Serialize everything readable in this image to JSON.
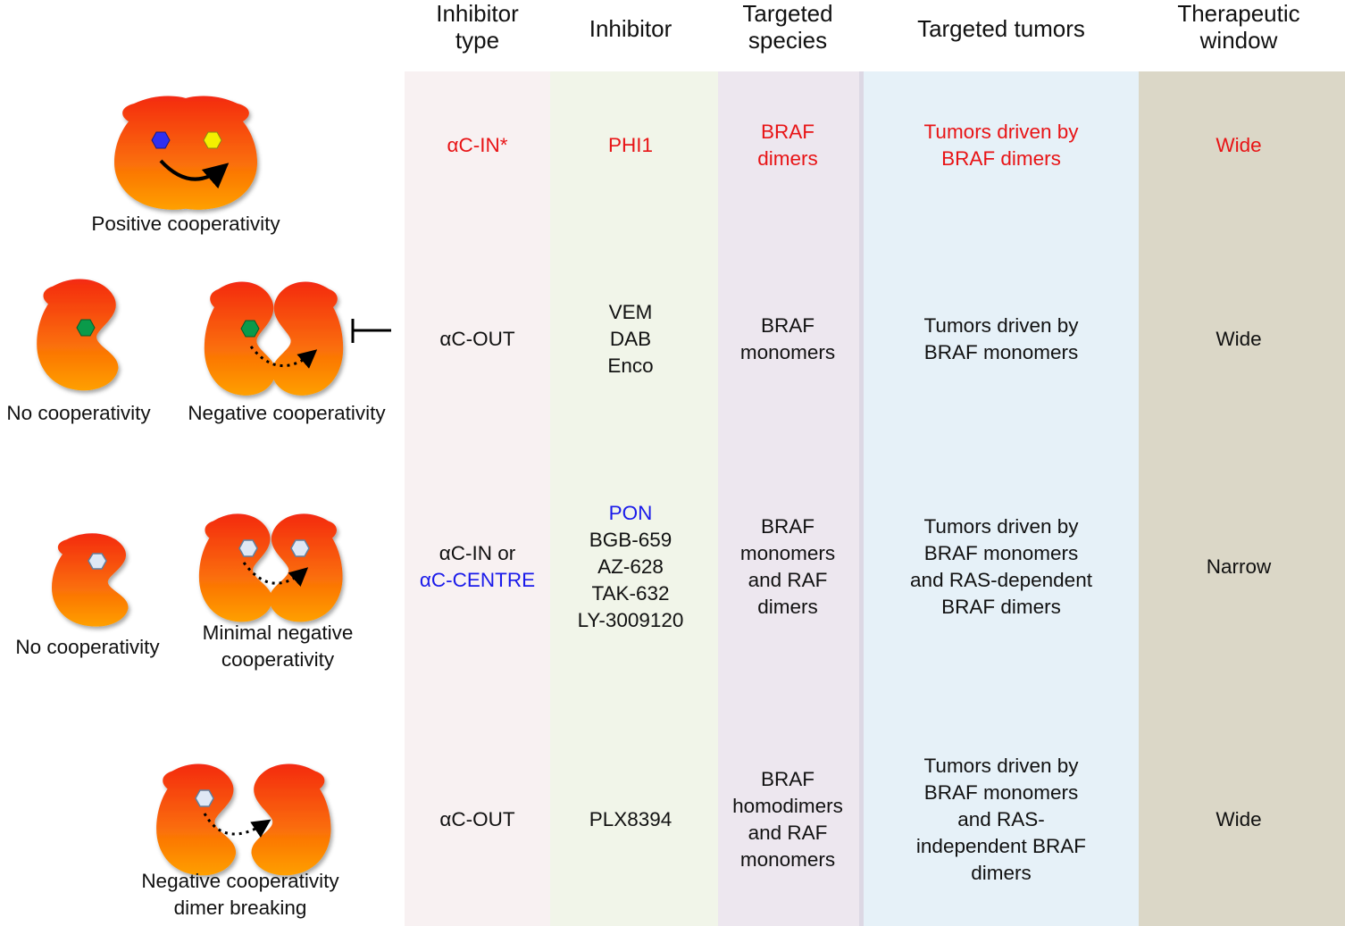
{
  "headers": {
    "inhibitor_type": "Inhibitor\ntype",
    "inhibitor": "Inhibitor",
    "targeted_species": "Targeted\nspecies",
    "targeted_tumors": "Targeted tumors",
    "therapeutic_window": "Therapeutic\nwindow"
  },
  "colors": {
    "col_type": "#f8f1f2",
    "col_inhibitor": "#f1f5e9",
    "col_species": "#ede7ef",
    "col_tumors": "#e6f1f8",
    "col_window": "#dbd7c7",
    "highlight_red": "#e81416",
    "highlight_blue": "#1a1aea",
    "hex_blue": "#2f2ff0",
    "hex_yellow": "#f4f000",
    "hex_green": "#0a9a4a",
    "hex_white": "#dfe8f5"
  },
  "rows": [
    {
      "captions": [
        "Positive cooperativity"
      ],
      "type": [
        "αC-IN*"
      ],
      "inhibitors": [
        "PHI1"
      ],
      "species": [
        "BRAF",
        "dimers"
      ],
      "tumors": [
        "Tumors driven by",
        "BRAF dimers"
      ],
      "window": "Wide"
    },
    {
      "captions": [
        "No cooperativity",
        "Negative cooperativity"
      ],
      "type": [
        "αC-OUT"
      ],
      "inhibitors": [
        "VEM",
        "DAB",
        "Enco"
      ],
      "species": [
        "BRAF",
        "monomers"
      ],
      "tumors": [
        "Tumors driven by",
        "BRAF monomers"
      ],
      "window": "Wide"
    },
    {
      "captions": [
        "No cooperativity",
        "Minimal negative",
        "cooperativity"
      ],
      "type": [
        "αC-IN or",
        "αC-CENTRE"
      ],
      "inhibitors": [
        "PON",
        "BGB-659",
        "AZ-628",
        "TAK-632",
        "LY-3009120"
      ],
      "species": [
        "BRAF",
        "monomers",
        "and RAF",
        "dimers"
      ],
      "tumors": [
        "Tumors driven by",
        "BRAF monomers",
        "and RAS-dependent",
        "BRAF dimers"
      ],
      "window": "Narrow"
    },
    {
      "captions": [
        "Negative cooperativity",
        "dimer breaking"
      ],
      "type": [
        "αC-OUT"
      ],
      "inhibitors": [
        "PLX8394"
      ],
      "species": [
        "BRAF",
        "homodimers",
        "and RAF",
        "monomers"
      ],
      "tumors": [
        "Tumors driven by",
        "BRAF monomers",
        "and RAS-",
        "independent BRAF",
        "dimers"
      ],
      "window": "Wide"
    }
  ]
}
